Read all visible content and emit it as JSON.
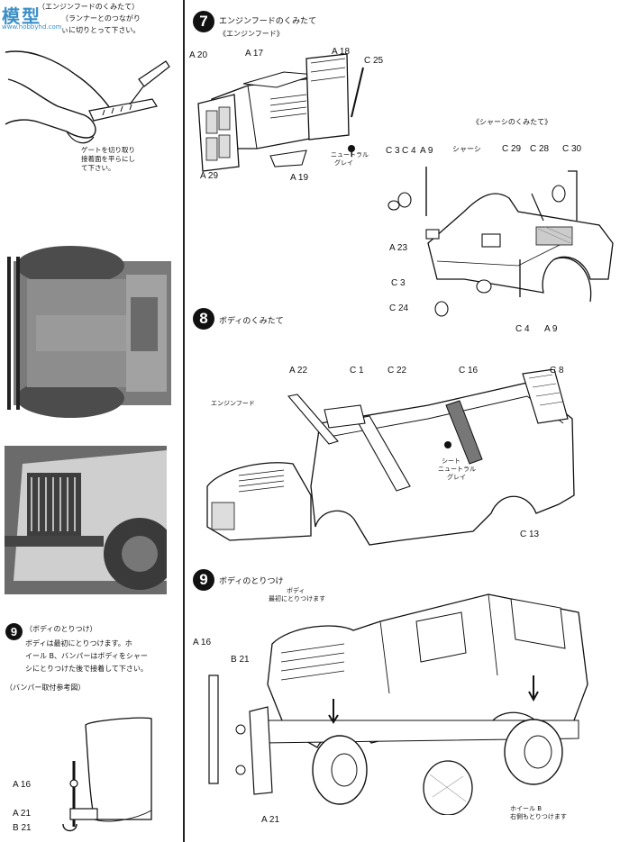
{
  "left": {
    "tip_title": "（エンジンフードのくみたて）",
    "tip_text_1": "（ランナーとのつながり",
    "tip_text_2": "ぃに切りとって下さい。",
    "gate_note": [
      "ゲートを切り取り",
      "接着面を平らにし",
      "て下さい。"
    ],
    "step9_title": "（ボディのとりつけ）",
    "step9_lines": [
      "ボディは最初にとりつけます。ホ",
      "イール B、バンパーはボディをシャー",
      "シにとりつけた後で接着して下さい。"
    ],
    "bumper_ref": "（バンパー取付参考図）",
    "bumper_parts": [
      "A 16",
      "A 21",
      "B 21"
    ],
    "step9_number": "9"
  },
  "step7": {
    "number": "7",
    "title": "エンジンフードのくみたて",
    "subtitle": "《エンジンフード》",
    "parts": [
      "A 20",
      "A 17",
      "A 18",
      "C 25",
      "A 29",
      "A 19"
    ],
    "paint": [
      "ニュートラル",
      "グレイ"
    ]
  },
  "chassis": {
    "title": "《シャーシのくみたて》",
    "label": "シャーシ",
    "parts": [
      "C 3",
      "C 4",
      "A 9",
      "C 29",
      "C 28",
      "C 30",
      "A 23",
      "C 3",
      "C 24",
      "C 4",
      "A 9"
    ]
  },
  "step8": {
    "number": "8",
    "title": "ボディのくみたて",
    "parts": [
      "A 22",
      "C 1",
      "C 22",
      "C 16",
      "C 8",
      "C 13"
    ],
    "hood_label": "エンジンフード",
    "seat_paint": [
      "シート",
      "ニュートラル",
      "グレイ"
    ]
  },
  "step9": {
    "number": "9",
    "title": "ボディのとりつけ",
    "body_note": [
      "ボディ",
      "最初にとりつけます"
    ],
    "parts": [
      "A 16",
      "B 21",
      "A 21"
    ],
    "wheel_note": [
      "ホイール B",
      "右側もとりつけます"
    ]
  },
  "watermark": "模型",
  "watermark_url": "www.hobbyhd.com"
}
